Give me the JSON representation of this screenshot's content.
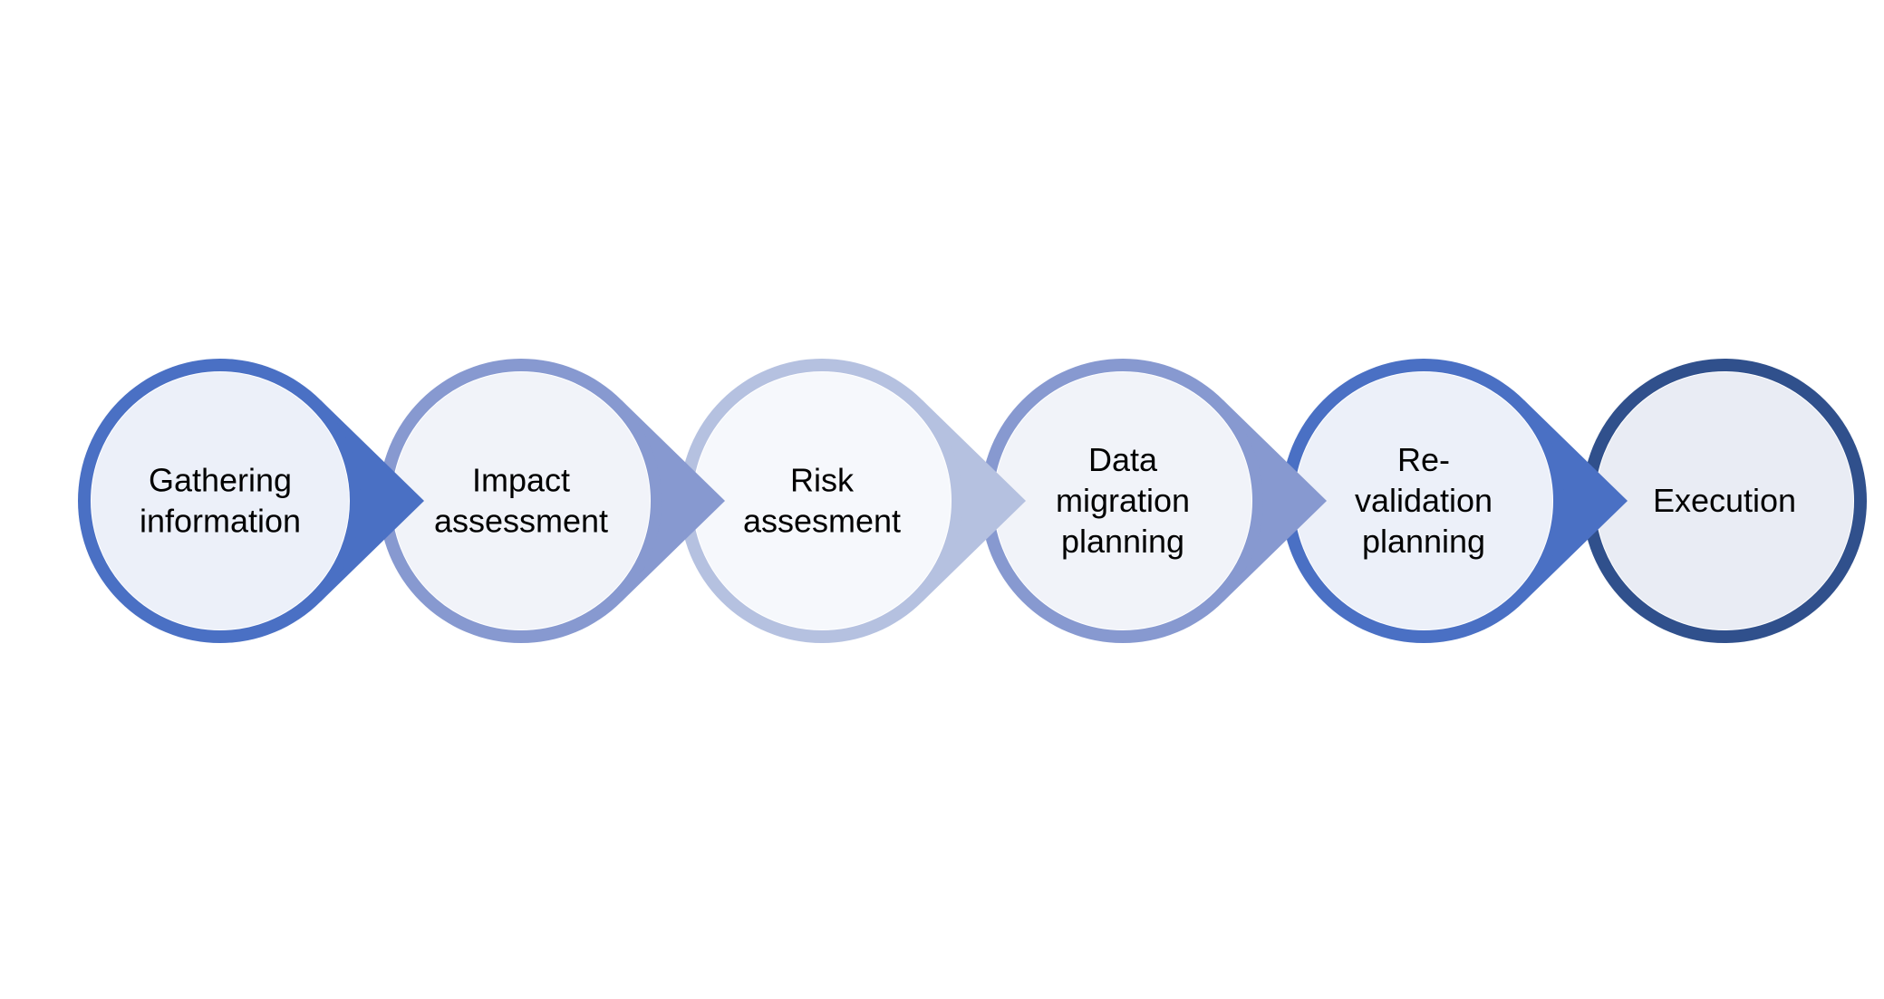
{
  "diagram": {
    "type": "process-flow",
    "steps": [
      {
        "lines": [
          "Gathering",
          "information"
        ],
        "ring_color": "#4a70c4",
        "fill_color": "#ecf0f9",
        "arrow_color": "#4a70c4"
      },
      {
        "lines": [
          "Impact",
          "assessment"
        ],
        "ring_color": "#8799d0",
        "fill_color": "#f1f3f9",
        "arrow_color": "#8799d0"
      },
      {
        "lines": [
          "Risk",
          "assesment"
        ],
        "ring_color": "#b5c1e0",
        "fill_color": "#f6f8fc",
        "arrow_color": "#b5c1e0"
      },
      {
        "lines": [
          "Data",
          "migration",
          "planning"
        ],
        "ring_color": "#8799d0",
        "fill_color": "#f1f3f9",
        "arrow_color": "#8799d0"
      },
      {
        "lines": [
          "Re-",
          "validation",
          "planning"
        ],
        "ring_color": "#4a70c4",
        "fill_color": "#ecf0f9",
        "arrow_color": "#4a70c4"
      },
      {
        "lines": [
          "Execution"
        ],
        "ring_color": "#30508c",
        "fill_color": "#e9ecf4",
        "arrow_color": null
      }
    ]
  }
}
